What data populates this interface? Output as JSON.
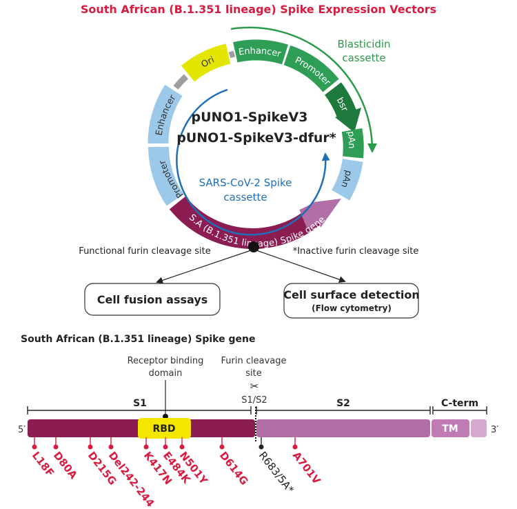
{
  "title": "South African (B.1.351 lineage) Spike Expression Vectors",
  "plasmid": {
    "names": [
      "pUNO1-SpikeV3",
      "pUNO1-SpikeV3-dfur*"
    ],
    "segments": {
      "ori": "Ori",
      "enhancer_top": "Enhancer",
      "promoter_top": "Promoter",
      "bsr": "bsr",
      "pan_top": "pAn",
      "pan_bottom": "pAn",
      "spike_gene": "S.A (B.1.351 lineage) Spike gene",
      "promoter_left": "Promoter",
      "enhancer_left": "Enhancer"
    },
    "blasticidin_label": [
      "Blasticidin",
      "cassette"
    ],
    "spike_cassette_label": [
      "SARS-CoV-2 Spike",
      "cassette"
    ]
  },
  "branches": {
    "left_label": "Functional furin cleavage site",
    "right_label": "*Inactive furin cleavage site",
    "left_box": "Cell fusion assays",
    "right_box_title": "Cell surface detection",
    "right_box_sub": "(Flow cytometry)"
  },
  "gene_map": {
    "section_title": "South African (B.1.351 lineage) Spike gene",
    "rbd_caption": [
      "Receptor binding",
      "domain"
    ],
    "furin_caption": [
      "Furin cleavage",
      "site"
    ],
    "cleavage_label": "S1/S2",
    "domains": {
      "s1": "S1",
      "s2": "S2",
      "cterm": "C-term",
      "rbd": "RBD",
      "tm": "TM"
    },
    "five_prime": "5′",
    "three_prime": "3′",
    "mutations": [
      "L18F",
      "D80A",
      "D215G",
      "Del242-244",
      "K417N",
      "E484K",
      "N501Y",
      "D614G",
      "R683/5A*",
      "A701V"
    ],
    "scissors": "✂"
  },
  "colors": {
    "title_red": "#d81b3f",
    "green_dark": "#1e7a3c",
    "green": "#2e9e57",
    "yellow": "#e2e600",
    "blue_light": "#9cc8ea",
    "spike_purple": "#8b1d52",
    "s2_purple": "#b26fa6",
    "gray": "#9e9e9e",
    "blue_arrow": "#1f6fb8"
  }
}
